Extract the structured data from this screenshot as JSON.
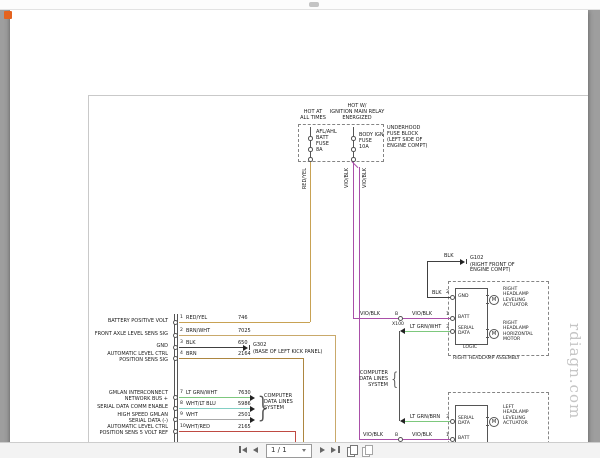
{
  "chrome": {
    "watermark": "rdiagn.com"
  },
  "toolbar": {
    "page_indicator": "1 / 1",
    "icons": [
      "first-page",
      "previous-page",
      "page-dropdown",
      "next-page",
      "last-page",
      "scroll-view",
      "facing-view"
    ]
  },
  "colors": {
    "viewer_bg": "#9e9e9e",
    "favicon_orange": "#e4631f",
    "red_yel": "#C8A254",
    "brn_wht": "#C9A96B",
    "brn": "#AD8640",
    "blk": "#404040",
    "vio_blk": "#A94FA8",
    "lt_grn": "#7DC87D",
    "wht_lt_blu": "#82CFC4",
    "wht": "#A8A8A8",
    "wht_red": "#BF4A42"
  },
  "fuse_block": {
    "hot_left": "HOT AT\nALL TIMES",
    "hot_right": "HOT W/\nIGNITION MAIN RELAY\nENERGIZED",
    "block_name": "UNDERHOOD\nFUSE BLOCK\n(LEFT SIDE OF\nENGINE COMPT)",
    "fuse_left": "AFL/AHL\nBATT\nFUSE\n8A",
    "fuse_right": "BODY IGN\nFUSE\n10A"
  },
  "wires": {
    "red_yel": "RED/YEL",
    "vio_blk": "VIO/BLK",
    "blk": "BLK",
    "lt_grn_wht": "LT GRN/WHT",
    "lt_grn_brn": "LT GRN/BRN"
  },
  "module": {
    "rows": [
      {
        "pin": "1",
        "label": "BATTERY POSITIVE VOLT",
        "color": "RED/YEL",
        "circuit": "746"
      },
      {
        "pin": "2",
        "label": "FRONT AXLE LEVEL SENS SIG",
        "color": "BRN/WHT",
        "circuit": "7025"
      },
      {
        "pin": "3",
        "label": "GND",
        "color": "BLK",
        "circuit": "650"
      },
      {
        "pin": "4",
        "label": "AUTOMATIC LEVEL CTRL\nPOSITION SENS SIG",
        "color": "BRN",
        "circuit": "2164"
      },
      {
        "pin": "7",
        "label": "GMLAN INTERCONNECT\nNETWORK BUS +",
        "color": "LT GRN/WHT",
        "circuit": "7630"
      },
      {
        "pin": "8",
        "label": "SERIAL DATA COMM ENABLE",
        "color": "WHT/LT BLU",
        "circuit": "5986"
      },
      {
        "pin": "9",
        "label": "HIGH SPEED GMLAN\nSERIAL DATA (-)",
        "color": "WHT",
        "circuit": "2501"
      },
      {
        "pin": "10",
        "label": "AUTOMATIC LEVEL CTRL\nPOSITION SENS 5 VOLT REF",
        "color": "WHT/RED",
        "circuit": "2165"
      }
    ],
    "computer_data_label": "COMPUTER\nDATA LINES\nSYSTEM"
  },
  "grounds": {
    "g302": {
      "id": "G302",
      "location": "(BASE OF LEFT KICK PANEL)"
    },
    "g102": {
      "id": "G102",
      "location": "(RIGHT FRONT OF\nENGINE COMPT)"
    }
  },
  "inline_connector": {
    "pin": "B",
    "id": "X100"
  },
  "right_headlamp": {
    "gnd_pin": "2",
    "batt_pin": "1",
    "serial_pin": "3",
    "gnd": "GND",
    "batt": "BATT",
    "serial": "SERIAL\nDATA",
    "logic": "LOGIC",
    "motor": "M",
    "leveling_actuator": "RIGHT\nHEADLAMP\nLEVELING\nACTUATOR",
    "horizontal_motor": "RIGHT\nHEADLAMP\nHORIZONTAL\nMOTOR",
    "caption": "RIGHT HEADLAMP ASSEMBLY"
  },
  "left_headlamp": {
    "batt_pin": "1",
    "serial_pin": "3",
    "batt": "BATT",
    "serial": "SERIAL\nDATA",
    "motor": "M",
    "leveling_actuator": "LEFT\nHEADLAMP\nLEVELING\nACTUATOR"
  },
  "computer_data_right": "COMPUTER\nDATA LINES\nSYSTEM"
}
